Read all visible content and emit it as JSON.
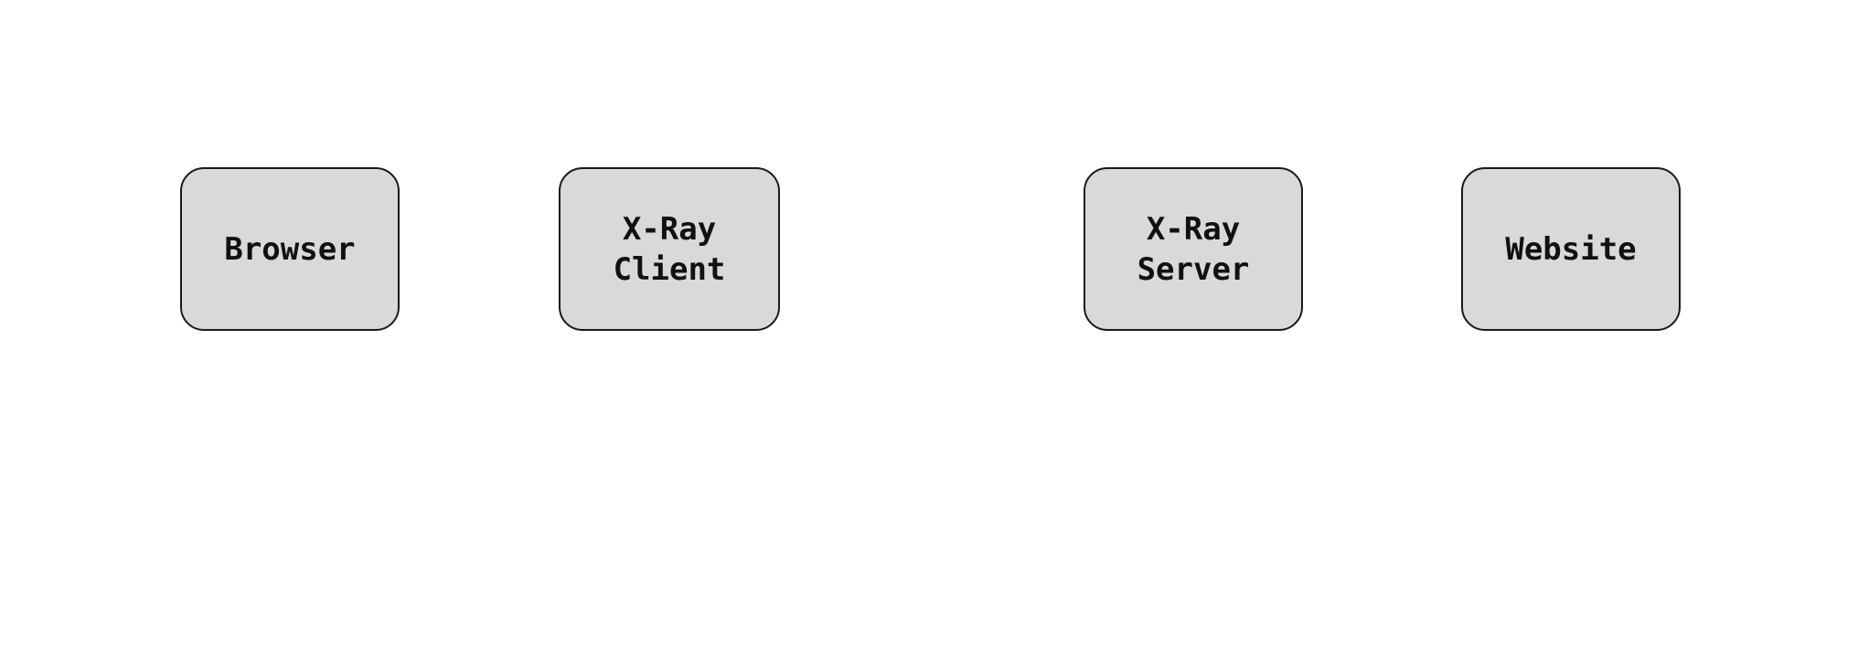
{
  "diagram": {
    "type": "flowchart-nodes",
    "background_color": "#ffffff",
    "node_fill_color": "#d9d9d9",
    "node_border_color": "#1a1a1a",
    "node_text_color": "#111111",
    "nodes": [
      {
        "id": "browser",
        "label": "Browser"
      },
      {
        "id": "xray-client",
        "label": "X-Ray\nClient"
      },
      {
        "id": "xray-server",
        "label": "X-Ray\nServer"
      },
      {
        "id": "website",
        "label": "Website"
      }
    ]
  }
}
